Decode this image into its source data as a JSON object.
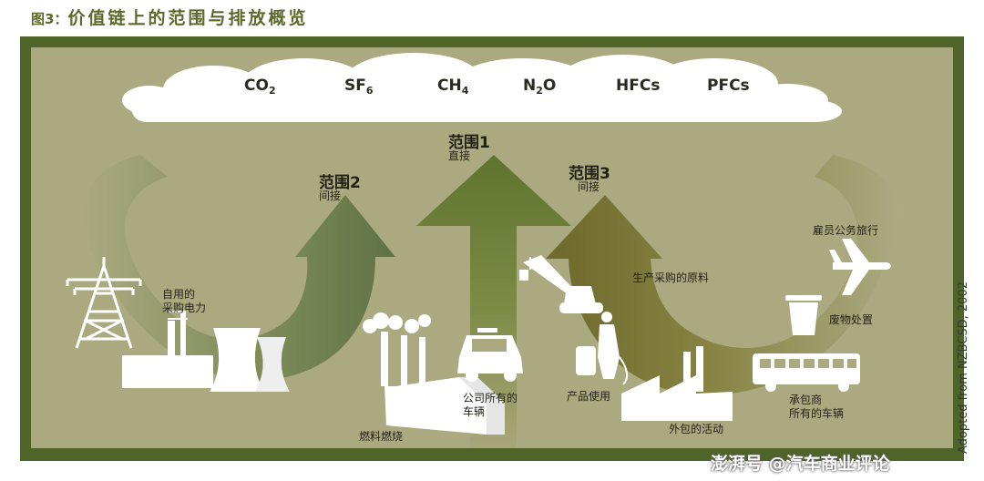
{
  "title": {
    "prefix": "图3：",
    "text": "价值链上的范围与排放概览"
  },
  "gases": [
    {
      "base": "CO",
      "sub": "2"
    },
    {
      "base": "SF",
      "sub": "6"
    },
    {
      "base": "CH",
      "sub": "4"
    },
    {
      "base": "N",
      "sub": "2",
      "tail": "O"
    },
    {
      "base": "HFCs",
      "sub": ""
    },
    {
      "base": "PFCs",
      "sub": ""
    }
  ],
  "scopes": {
    "scope1": {
      "name": "范围1",
      "type": "直接"
    },
    "scope2": {
      "name": "范围2",
      "type": "间接"
    },
    "scope3": {
      "name": "范围3",
      "type": "间接"
    }
  },
  "labels": {
    "purchased_power_1": "自用的",
    "purchased_power_2": "采购电力",
    "fuel_combustion": "燃料燃烧",
    "company_vehicles_1": "公司所有的",
    "company_vehicles_2": "车辆",
    "purchased_materials": "生产采购的原料",
    "business_travel": "雇员公务旅行",
    "waste_disposal": "废物处置",
    "product_use": "产品使用",
    "outsourced_activities": "外包的活动",
    "contractor_vehicles_1": "承包商",
    "contractor_vehicles_2": "所有的车辆"
  },
  "credit": "Adopted from NZBCSD, 2002",
  "watermark": "澎湃号 @汽车商业评论",
  "colors": {
    "frame": "#4f6428",
    "panel": "#aba980",
    "arrow_dark": "#5c7040",
    "arrow_mid": "#6b7d3c",
    "arrow_brown": "#6e6a2e"
  }
}
